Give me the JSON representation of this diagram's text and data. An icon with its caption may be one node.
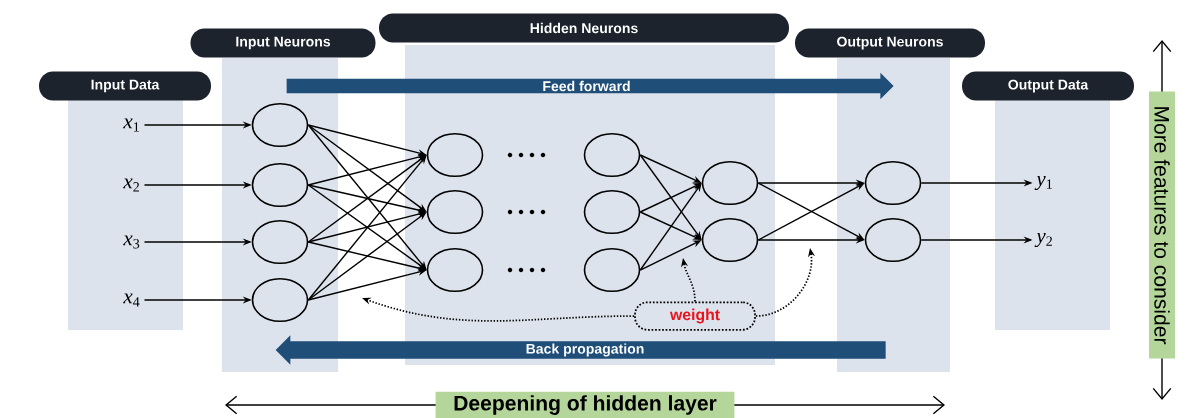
{
  "diagram": {
    "nodes": [
      {
        "text": [
          "Input Data"
        ]
      },
      {
        "text": [
          "Input Neurons"
        ]
      },
      {
        "text": [
          "Hidden Neurons"
        ]
      },
      {
        "text": [
          "Output Neurons"
        ]
      },
      {
        "text": [
          "Output Data"
        ]
      },
      {
        "text": [
          "Feed forward"
        ]
      },
      {
        "text": [
          "*x*$_{1}$"
        ],
        "in": 0
      },
      {
        "text": [
          "*x*$_{2}$"
        ],
        "in": 0
      },
      {
        "text": [
          "*x*$_{3}$"
        ],
        "in": 0
      },
      {
        "text": [
          "*x*$_{4}$"
        ],
        "in": 0
      },
      {
        "text": [],
        "shape": "circle",
        "in": 1
      },
      {
        "text": [],
        "shape": "circle",
        "in": 1
      },
      {
        "text": [],
        "shape": "circle",
        "in": 1
      },
      {
        "text": [],
        "shape": "circle",
        "in": 1
      },
      {
        "text": [],
        "shape": "circle",
        "in": 2
      },
      {
        "text": [],
        "shape": "circle",
        "in": 2
      },
      {
        "text": [],
        "shape": "circle",
        "in": 2
      },
      {
        "text": [],
        "shape": "circle",
        "in": 2
      },
      {
        "text": [],
        "shape": "circle",
        "in": 2
      },
      {
        "text": [],
        "shape": "circle",
        "in": 2
      },
      {
        "text": [],
        "shape": "circle",
        "in": 2
      },
      {
        "text": [],
        "shape": "circle",
        "in": 2
      },
      {
        "text": [],
        "shape": "circle",
        "in": 3
      },
      {
        "text": [],
        "shape": "circle",
        "in": 3
      },
      {
        "text": [
          "*y*$_{1}$"
        ],
        "in": 4
      },
      {
        "text": [
          "*y*$_{2}$"
        ],
        "in": 4
      },
      {
        "text": [
          "weight"
        ],
        "in": 2
      },
      {
        "text": [
          "Back propagation"
        ]
      }
    ],
    "edges": [
      {
        "from": 6,
        "to": 10,
        "arrow": "to"
      },
      {
        "from": 7,
        "to": 11,
        "arrow": "to"
      },
      {
        "from": 8,
        "to": 12,
        "arrow": "to"
      },
      {
        "from": 9,
        "to": 13,
        "arrow": "to"
      },
      {
        "from": 10,
        "to": 14,
        "arrow": "to"
      },
      {
        "from": 10,
        "to": 15,
        "arrow": "to"
      },
      {
        "from": 10,
        "to": 16,
        "arrow": "to"
      },
      {
        "from": 11,
        "to": 14,
        "arrow": "to"
      },
      {
        "from": 11,
        "to": 15,
        "arrow": "to"
      },
      {
        "from": 11,
        "to": 16,
        "arrow": "to"
      },
      {
        "from": 12,
        "to": 14,
        "arrow": "to"
      },
      {
        "from": 12,
        "to": 15,
        "arrow": "to"
      },
      {
        "from": 12,
        "to": 16,
        "arrow": "to"
      },
      {
        "from": 13,
        "to": 14,
        "arrow": "to"
      },
      {
        "from": 13,
        "to": 15,
        "arrow": "to"
      },
      {
        "from": 13,
        "to": 16,
        "arrow": "to"
      },
      {
        "from": 17,
        "to": 20,
        "arrow": "to"
      },
      {
        "from": 17,
        "to": 21,
        "arrow": "to"
      },
      {
        "from": 18,
        "to": 20,
        "arrow": "to"
      },
      {
        "from": 18,
        "to": 21,
        "arrow": "to"
      },
      {
        "from": 19,
        "to": 20,
        "arrow": "to"
      },
      {
        "from": 19,
        "to": 21,
        "arrow": "to"
      },
      {
        "from": 20,
        "to": 22,
        "arrow": "to"
      },
      {
        "from": 20,
        "to": 23,
        "arrow": "to"
      },
      {
        "from": 21,
        "to": 22,
        "arrow": "to"
      },
      {
        "from": 21,
        "to": 23,
        "arrow": "to"
      },
      {
        "from": 22,
        "to": 24,
        "arrow": "to"
      },
      {
        "from": 23,
        "to": 25,
        "arrow": "to"
      },
      {
        "from": 26,
        "to": null,
        "arrow": "to",
        "style": "dashed"
      },
      {
        "from": 26,
        "to": null,
        "arrow": "to",
        "style": "dashed"
      },
      {
        "from": 26,
        "to": null,
        "arrow": "to",
        "style": "dashed"
      }
    ],
    "labels": [
      "Deepening of hidden layer",
      "More features to consider"
    ]
  }
}
